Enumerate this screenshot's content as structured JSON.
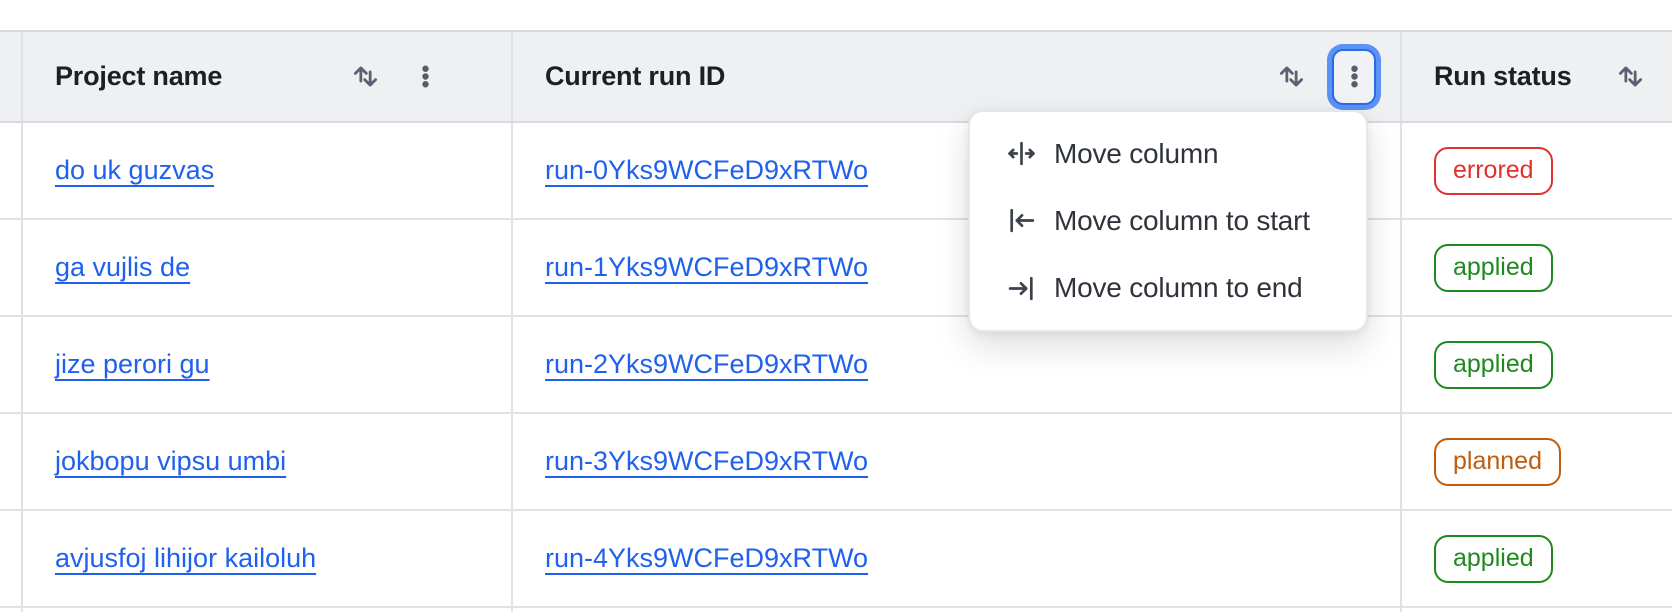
{
  "header": {
    "columns": [
      {
        "label": "Project name",
        "sort_icon": "sort-arrows-icon",
        "menu_icon": "kebab-menu-icon"
      },
      {
        "label": "Current run ID",
        "sort_icon": "sort-arrows-icon",
        "menu_icon": "kebab-menu-icon",
        "menu_focused": true
      },
      {
        "label": "Run status",
        "sort_icon": "sort-arrows-icon"
      }
    ]
  },
  "rows": [
    {
      "project": "do uk guzvas",
      "run_id": "run-0Yks9WCFeD9xRTWo",
      "status": "errored"
    },
    {
      "project": "ga vujlis de",
      "run_id": "run-1Yks9WCFeD9xRTWo",
      "status": "applied"
    },
    {
      "project": "jize perori gu",
      "run_id": "run-2Yks9WCFeD9xRTWo",
      "status": "applied"
    },
    {
      "project": "jokbopu vipsu umbi",
      "run_id": "run-3Yks9WCFeD9xRTWo",
      "status": "planned"
    },
    {
      "project": "avjusfoj lihijor kailoluh",
      "run_id": "run-4Yks9WCFeD9xRTWo",
      "status": "applied"
    }
  ],
  "column_menu": {
    "items": [
      {
        "label": "Move column",
        "icon": "move-column-icon"
      },
      {
        "label": "Move column to start",
        "icon": "move-column-to-start-icon"
      },
      {
        "label": "Move column to end",
        "icon": "move-column-to-end-icon"
      }
    ]
  },
  "colors": {
    "link": "#2060ee",
    "focus_ring": "#5b92f5",
    "focus_ring_border": "#2b6be6",
    "status_errored": "#e0312e",
    "status_applied": "#1e8a1e",
    "status_planned": "#bf5c0d"
  }
}
